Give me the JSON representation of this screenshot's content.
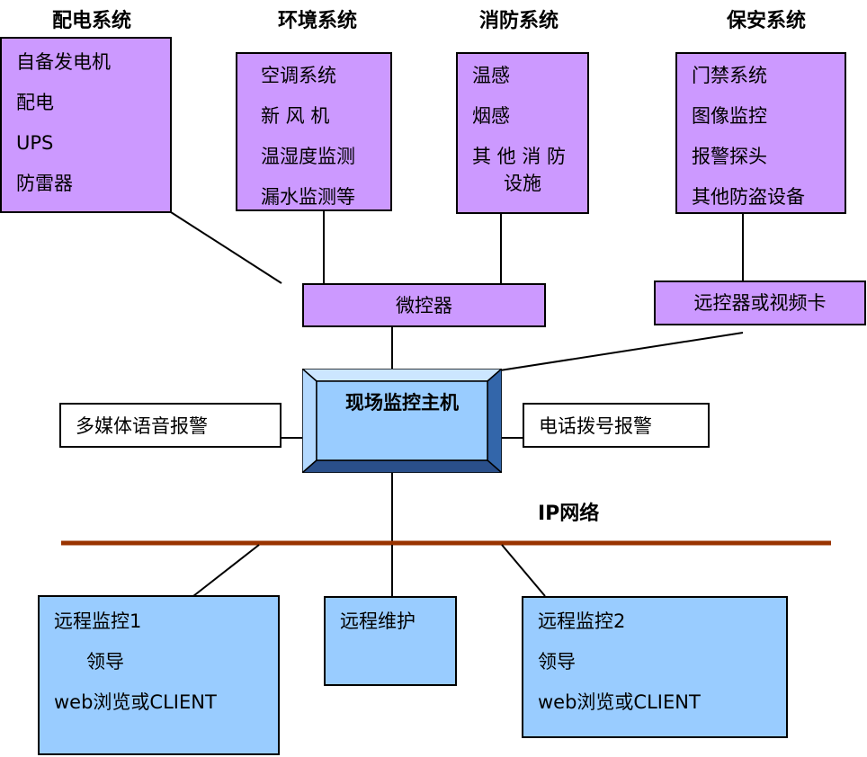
{
  "titles": {
    "power": "配电系统",
    "environment": "环境系统",
    "fire": "消防系统",
    "security": "保安系统"
  },
  "power_box": {
    "items": [
      "自备发电机",
      "配电",
      "UPS",
      "防雷器"
    ]
  },
  "env_box": {
    "items": [
      "空调系统",
      "新 风 机",
      "温湿度监测",
      "漏水监测等"
    ]
  },
  "fire_box": {
    "items": [
      "温感",
      "烟感",
      "其 他 消 防",
      "设施"
    ]
  },
  "security_box": {
    "items": [
      "门禁系统",
      "图像监控",
      "报警探头",
      "其他防盗设备"
    ]
  },
  "micro_controller": "微控器",
  "remote_video": "远控器或视频卡",
  "host": "现场监控主机",
  "multimedia_alarm": "多媒体语音报警",
  "phone_alarm": "电话拨号报警",
  "ip_network": "IP网络",
  "remote1": {
    "lines": [
      "远程监控1",
      "领导",
      "web浏览或CLIENT"
    ]
  },
  "maintenance": "远程维护",
  "remote2": {
    "lines": [
      "远程监控2",
      "领导",
      "web浏览或CLIENT"
    ]
  },
  "colors": {
    "purple": "#cc99ff",
    "blue": "#99ccff",
    "bus": "#993300"
  }
}
